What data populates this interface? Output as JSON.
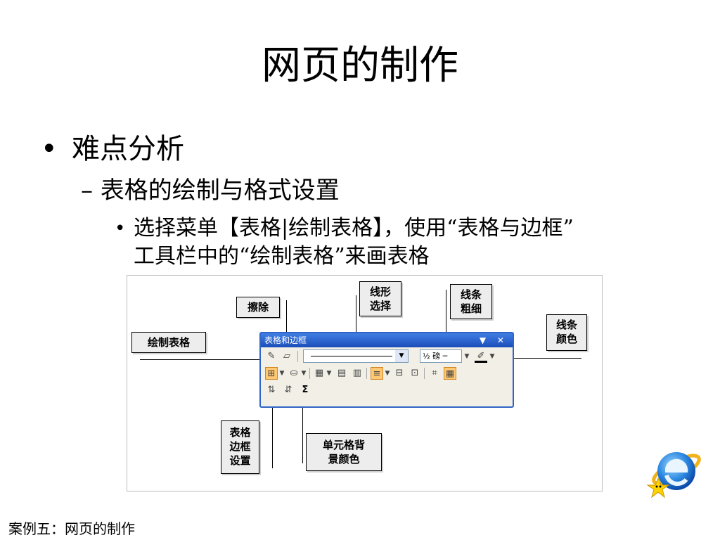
{
  "slide": {
    "title": "网页的制作",
    "bullet1": "难点分析",
    "bullet1_marker": "•",
    "bullet2": "表格的绘制与格式设置",
    "bullet2_marker": "–",
    "bullet3_marker": "•",
    "bullet3_line1": "选择菜单【表格|绘制表格】，使用“表格与边框”",
    "bullet3_line2": "工具栏中的“绘制表格”来画表格",
    "footer": "案例五：网页的制作"
  },
  "figure": {
    "callouts": {
      "erase": "擦除",
      "line_style_1": "线形",
      "line_style_2": "选择",
      "line_weight_1": "线条",
      "line_weight_2": "粗细",
      "line_color_1": "线条",
      "line_color_2": "颜色",
      "draw_table": "绘制表格",
      "table_border_1": "表格",
      "table_border_2": "边框",
      "table_border_3": "设置",
      "cell_shading_1": "单元格背",
      "cell_shading_2": "景颜色"
    },
    "toolbar": {
      "title": "表格和边框",
      "window_controls": "▼ ✕",
      "line_weight_value": "½ 磅 ─",
      "sum_glyph": "Σ"
    }
  },
  "colors": {
    "toolbar_title_bar": "#2f64c8",
    "toolbar_bg": "#f1efe6",
    "highlight": "#ffc873",
    "callout_bg": "#ededed"
  },
  "icons": [
    "pencil-icon",
    "eraser-icon",
    "border-icon",
    "paint-bucket-icon",
    "insert-table-icon",
    "merge-cells-icon",
    "split-cells-icon",
    "align-icon",
    "distribute-rows-icon",
    "distribute-columns-icon",
    "autoformat-icon",
    "show-gridlines-icon",
    "sort-ascending-icon",
    "sort-descending-icon",
    "autosum-icon",
    "ie-logo-icon"
  ]
}
